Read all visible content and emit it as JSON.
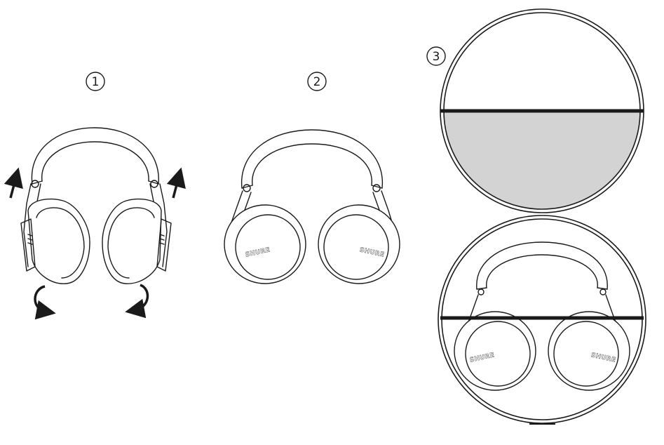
{
  "steps": [
    {
      "number": "1"
    },
    {
      "number": "2"
    },
    {
      "number": "3"
    }
  ],
  "brand_logo": "SHURE",
  "icons": [
    "arrow-up-icon",
    "rotate-arrow-icon"
  ],
  "colors": {
    "line": "#1a1a1a",
    "case_fill": "#d3d3d3",
    "background": "#ffffff"
  }
}
